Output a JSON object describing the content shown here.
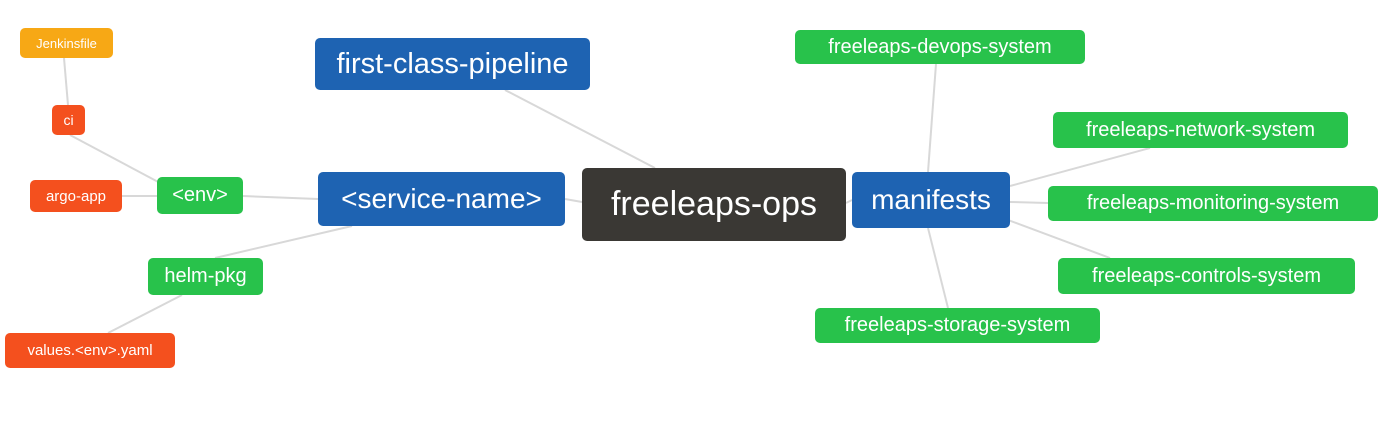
{
  "diagram": {
    "type": "mindmap",
    "root_label": "freeleaps-ops",
    "nodes": [
      {
        "id": "freeleaps-ops",
        "label": "freeleaps-ops",
        "color": "#3a3834",
        "role": "root"
      },
      {
        "id": "first-class-pipeline",
        "label": "first-class-pipeline",
        "color": "#1e63b2"
      },
      {
        "id": "service-name",
        "label": "<service-name>",
        "color": "#1e63b2"
      },
      {
        "id": "env",
        "label": "<env>",
        "color": "#28c24b"
      },
      {
        "id": "ci",
        "label": "ci",
        "color": "#f4501e"
      },
      {
        "id": "jenkinsfile",
        "label": "Jenkinsfile",
        "color": "#f7a815"
      },
      {
        "id": "argo-app",
        "label": "argo-app",
        "color": "#f4501e"
      },
      {
        "id": "helm-pkg",
        "label": "helm-pkg",
        "color": "#28c24b"
      },
      {
        "id": "values-env-yaml",
        "label": "values.<env>.yaml",
        "color": "#f4501e"
      },
      {
        "id": "manifests",
        "label": "manifests",
        "color": "#1e63b2"
      },
      {
        "id": "freeleaps-devops-system",
        "label": "freeleaps-devops-system",
        "color": "#28c24b"
      },
      {
        "id": "freeleaps-network-system",
        "label": "freeleaps-network-system",
        "color": "#28c24b"
      },
      {
        "id": "freeleaps-monitoring-system",
        "label": "freeleaps-monitoring-system",
        "color": "#28c24b"
      },
      {
        "id": "freeleaps-controls-system",
        "label": "freeleaps-controls-system",
        "color": "#28c24b"
      },
      {
        "id": "freeleaps-storage-system",
        "label": "freeleaps-storage-system",
        "color": "#28c24b"
      }
    ],
    "edges": [
      {
        "from": "jenkinsfile",
        "to": "ci"
      },
      {
        "from": "ci",
        "to": "env"
      },
      {
        "from": "argo-app",
        "to": "env"
      },
      {
        "from": "env",
        "to": "service-name"
      },
      {
        "from": "helm-pkg",
        "to": "service-name"
      },
      {
        "from": "values-env-yaml",
        "to": "helm-pkg"
      },
      {
        "from": "service-name",
        "to": "freeleaps-ops"
      },
      {
        "from": "first-class-pipeline",
        "to": "freeleaps-ops"
      },
      {
        "from": "freeleaps-ops",
        "to": "manifests"
      },
      {
        "from": "manifests",
        "to": "freeleaps-devops-system"
      },
      {
        "from": "manifests",
        "to": "freeleaps-network-system"
      },
      {
        "from": "manifests",
        "to": "freeleaps-monitoring-system"
      },
      {
        "from": "manifests",
        "to": "freeleaps-controls-system"
      },
      {
        "from": "manifests",
        "to": "freeleaps-storage-system"
      }
    ]
  },
  "palette": {
    "blue": "#1e63b2",
    "green": "#28c24b",
    "orange_red": "#f4501e",
    "amber": "#f7a815",
    "dark": "#3a3834",
    "edge_line": "#d8d8d8",
    "background": "#ffffff",
    "text": "#ffffff"
  }
}
